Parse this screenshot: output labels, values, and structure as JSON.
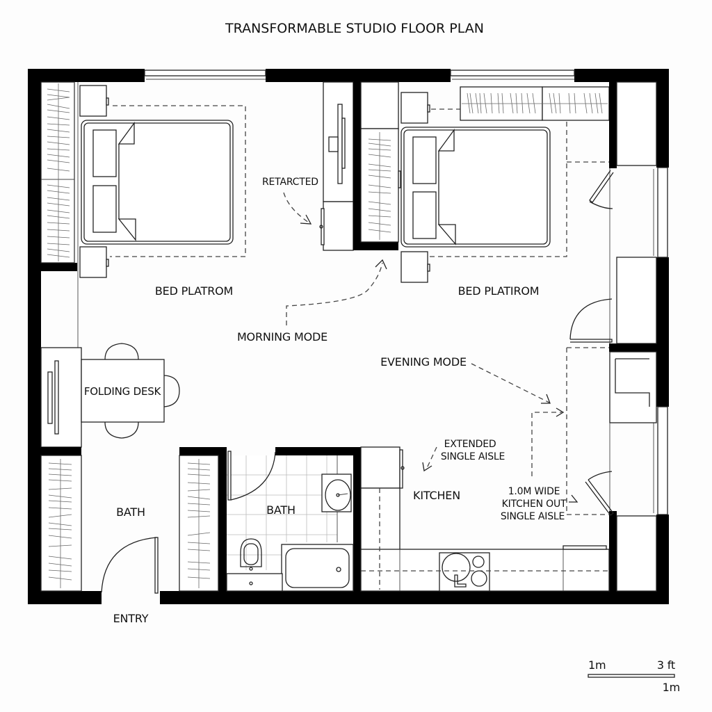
{
  "title": "TRANSFORMABLE STUDIO FLOOR PLAN",
  "labels": {
    "retracted": "RETARCTED",
    "bed_platform_left": "BED PLATROM",
    "bed_platform_right": "BED PLATIROM",
    "morning_mode": "MORNING MODE",
    "evening_mode": "EVENING MODE",
    "folding_desk": "FOLDING DESK",
    "extended_line1": "EXTENDED",
    "extended_line2": "SINGLE AISLE",
    "kitchen": "KITCHEN",
    "aisle_line1": "1.0M WIDE",
    "aisle_line2": "KITCHEN OUT",
    "aisle_line3": "SINGLE AISLE",
    "closet_area": "BATH",
    "bath": "BATH",
    "entry": "ENTRY"
  },
  "scale_bar": {
    "left_label": "1m",
    "right_label": "3 ft",
    "bottom_label": "1m"
  }
}
